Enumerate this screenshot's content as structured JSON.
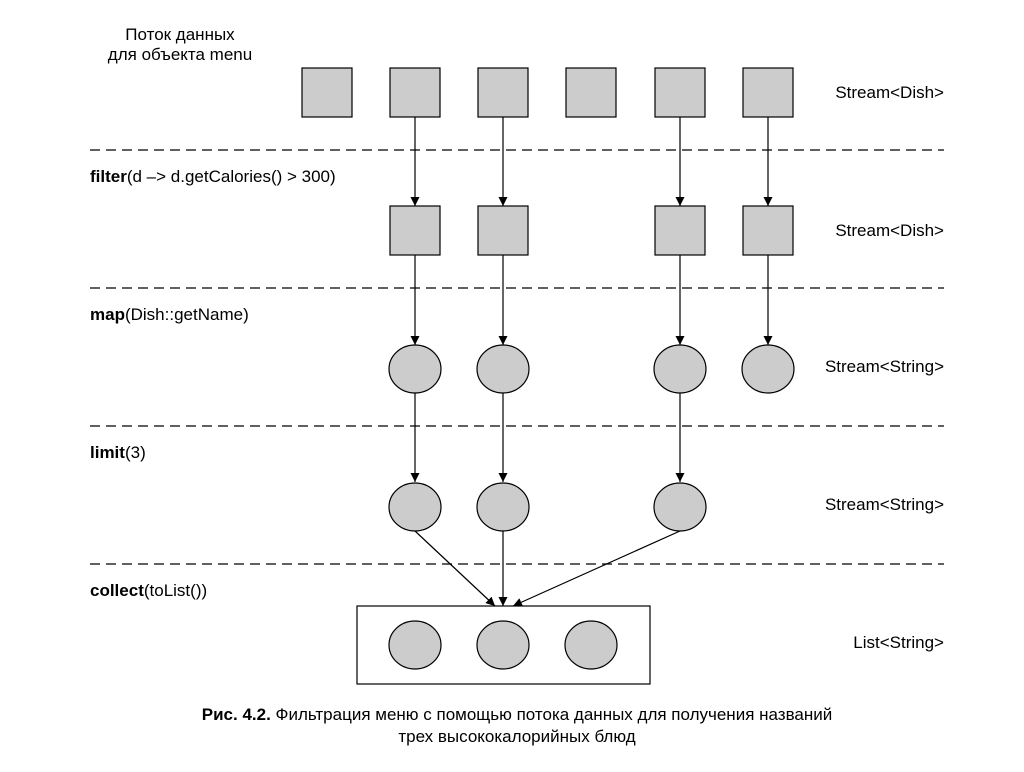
{
  "header": {
    "line1": "Поток данных",
    "line2": "для объекта menu"
  },
  "operations": [
    {
      "name": "filter",
      "args": "(d –> d.getCalories() > 300)"
    },
    {
      "name": "map",
      "args": "(Dish::getName)"
    },
    {
      "name": "limit",
      "args": "(3)"
    },
    {
      "name": "collect",
      "args": "(toList())"
    }
  ],
  "stream_types": [
    "Stream<Dish>",
    "Stream<Dish>",
    "Stream<String>",
    "Stream<String>",
    "List<String>"
  ],
  "diagram": {
    "stages": [
      {
        "shape": "square",
        "items": 6
      },
      {
        "shape": "square",
        "items": 4
      },
      {
        "shape": "circle",
        "items": 4
      },
      {
        "shape": "circle",
        "items": 3
      },
      {
        "shape": "circle",
        "items": 3
      }
    ],
    "fill_color": "#cccccc",
    "stroke_color": "#000000"
  },
  "caption": {
    "label": "Рис. 4.2.",
    "line1": "Фильтрация меню с помощью потока данных для получения названий",
    "line2": "трех высококалорийных блюд"
  }
}
